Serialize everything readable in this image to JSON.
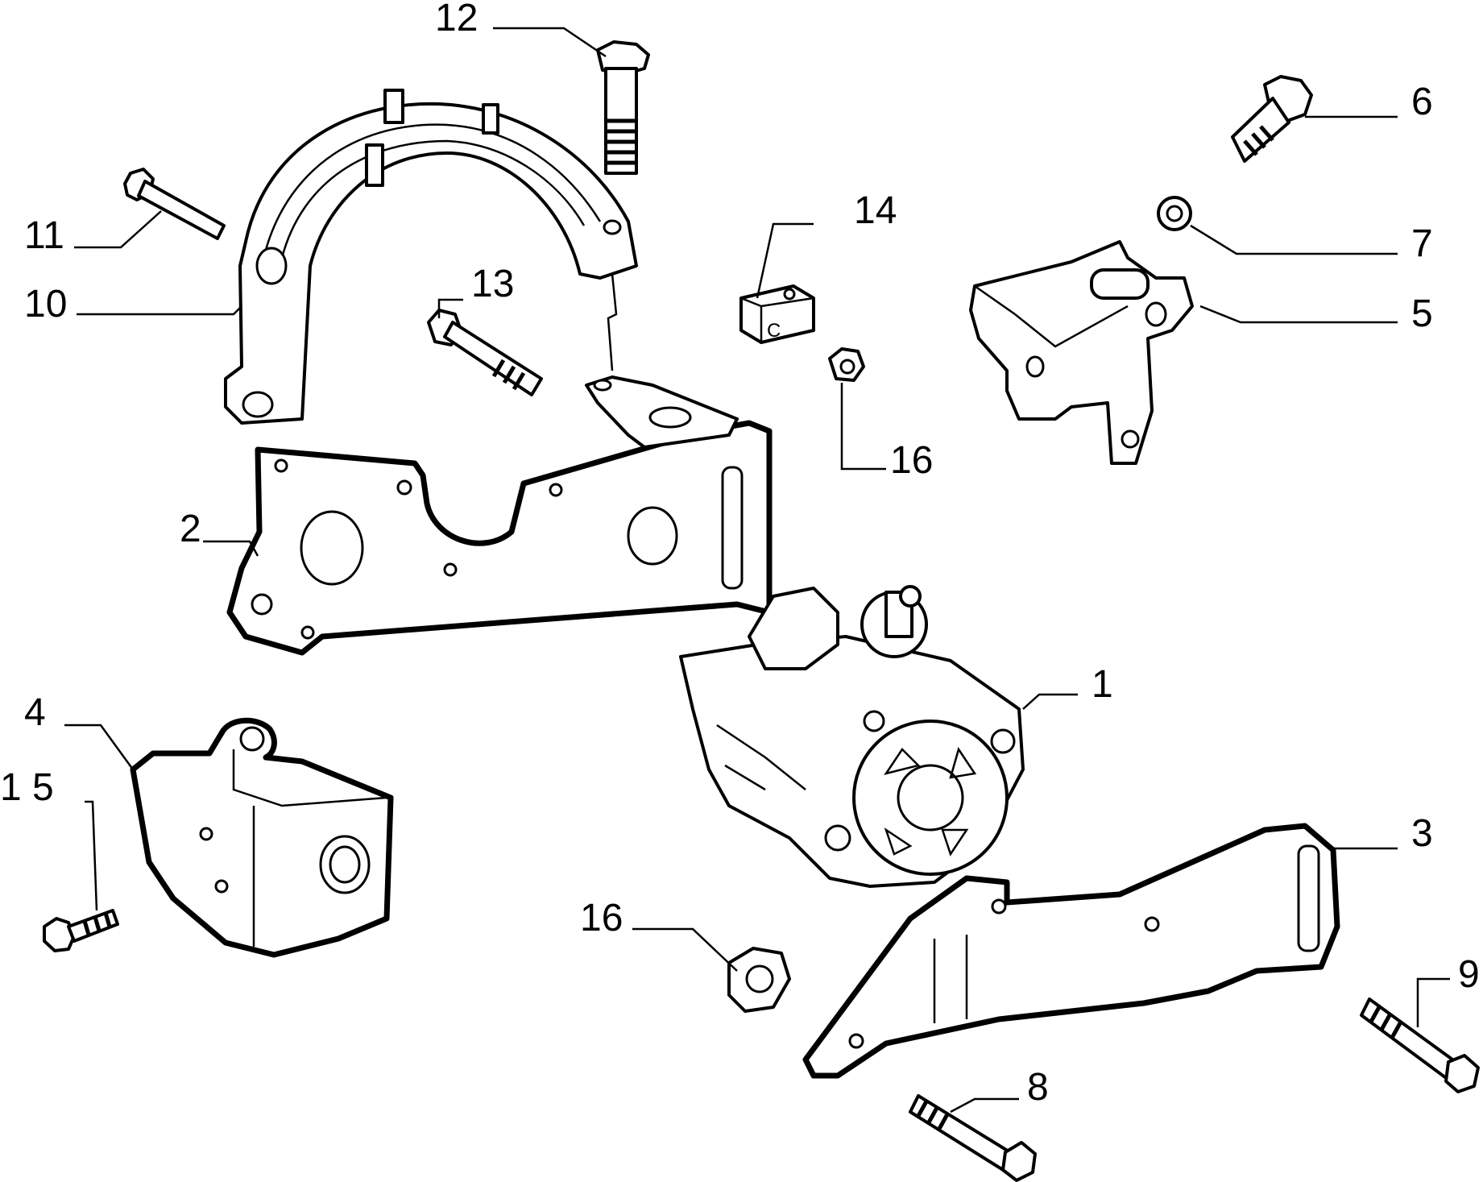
{
  "callouts": {
    "c1": "1",
    "c2": "2",
    "c3": "3",
    "c4": "4",
    "c5": "5",
    "c6": "6",
    "c7": "7",
    "c8": "8",
    "c9": "9",
    "c10": "10",
    "c11": "11",
    "c12": "12",
    "c13": "13",
    "c14": "14",
    "c15": "1 5",
    "c16a": "16",
    "c16b": "16"
  },
  "part14_mark": "C"
}
